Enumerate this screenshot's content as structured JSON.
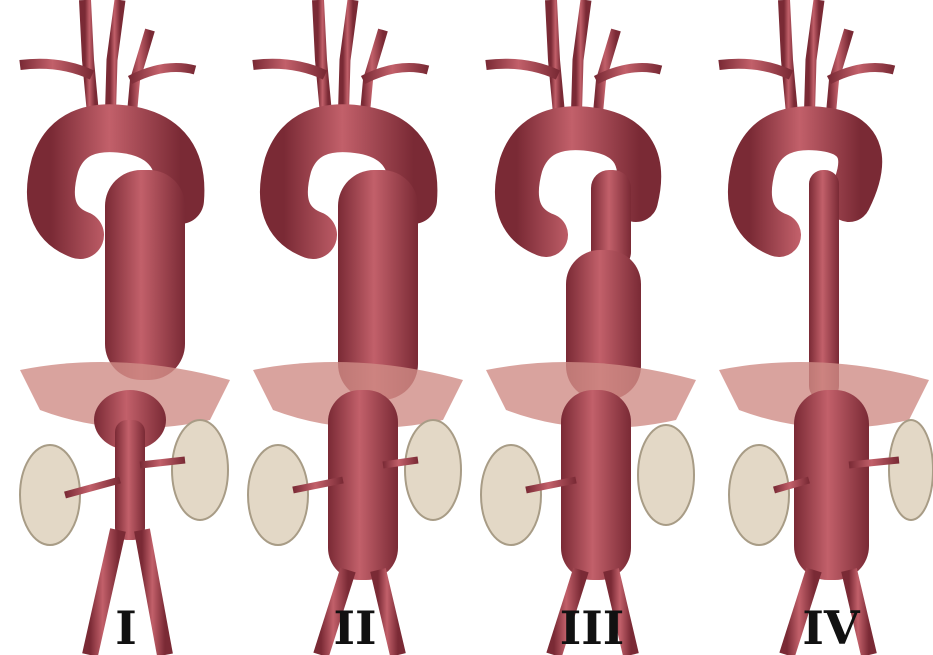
{
  "figure": {
    "panels": [
      {
        "label": "I"
      },
      {
        "label": "II"
      },
      {
        "label": "III"
      },
      {
        "label": "IV"
      }
    ]
  },
  "colors": {
    "artery": "#b44d57",
    "artery_dark": "#6e2530",
    "artery_light": "#d98a90",
    "kidney": "#e3d8c6",
    "kidney_edge": "#a89c86",
    "diaphragm": "#cf8c86",
    "label": "#111111"
  }
}
